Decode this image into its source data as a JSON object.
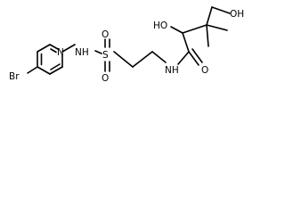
{
  "molecule": {
    "atoms": {
      "br": "Br",
      "n_ring": "N",
      "nh_sulfonamide": "NH",
      "sulfur": "S",
      "o_sulfonyl_top": "O",
      "o_sulfonyl_bottom": "O",
      "nh_amide": "NH",
      "o_carbonyl": "O",
      "ho_alpha": "HO",
      "oh_terminal": "OH"
    }
  }
}
